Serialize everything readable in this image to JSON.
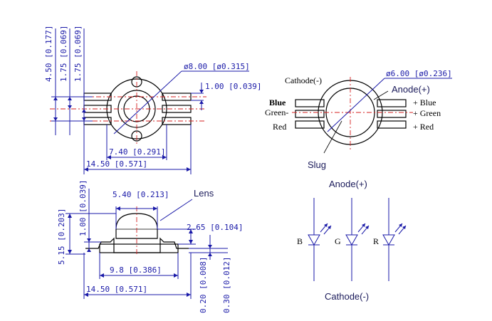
{
  "top_left_view": {
    "dim_vertical_outer": "4.50 [0.177]",
    "dim_vertical_mid": "1.75 [0.069]",
    "dim_vertical_inner": "1.75 [0.069]",
    "dim_diameter": "ø8.00 [ø0.315]",
    "dim_pin_width": "1.00 [0.039]",
    "dim_body_width": "7.40 [0.291]",
    "dim_total_width": "14.50 [0.571]"
  },
  "top_right_view": {
    "cathode_label": "Cathode(-)",
    "dim_diameter": "ø6.00 [ø0.236]",
    "anode_label": "Anode(+)",
    "left_pins": [
      "Blue",
      "Green-",
      "Red"
    ],
    "right_pins": [
      "+ Blue",
      "+ Green",
      "+ Red"
    ],
    "slug_label": "Slug"
  },
  "side_view": {
    "dim_lens_width": "5.40 [0.213]",
    "lens_label": "Lens",
    "dim_pin_height": "1.00 [0.039]",
    "dim_total_height": "5.15 [0.203]",
    "dim_lens_height": "2.65 [0.104]",
    "dim_base_width": "9.8 [0.386]",
    "dim_total_width": "14.50 [0.571]",
    "dim_pin_thickness": "0.20 [0.008]",
    "dim_base_thickness": "0.30 [0.012]"
  },
  "schematic": {
    "anode_label": "Anode(+)",
    "cathode_label": "Cathode(-)",
    "leds": [
      "B",
      "G",
      "R"
    ]
  }
}
